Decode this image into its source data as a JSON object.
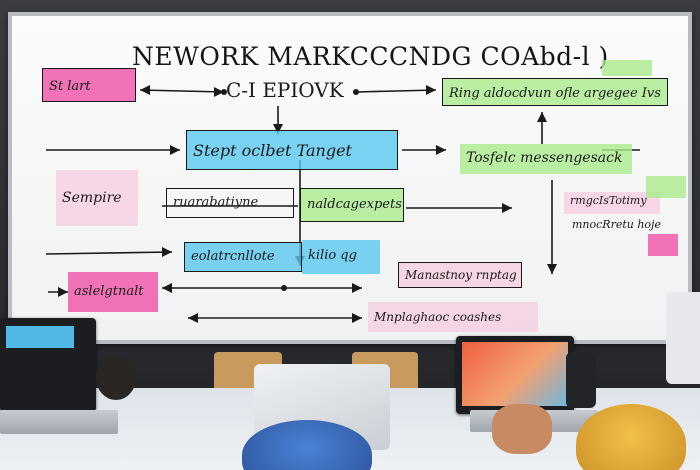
{
  "board": {
    "title": "NEWORK MARKCCCNDG COAbd-l )",
    "nodes": {
      "start": "St lart",
      "center": "C-I EPIOVK",
      "top_right": "Ring aldocdvun ofle argegee Ivs",
      "target": "Stept oclbet Tanget",
      "tools": "Tosfelc messengesack",
      "sempire": "Sempire",
      "middle_left": "ruarabatiyne",
      "middle_green": "naldcagexpets",
      "right_small_1": "rmgcIsTotimy",
      "right_small_2": "mnocRretu hoje",
      "lower_blue": "eolatrcnllote",
      "lower_blue_2": "kilio qg",
      "pink_left": "aslelgtnalt",
      "mid_low": "Manastnoy rnptag",
      "bottom": "Mnplaghaoc coashes"
    }
  },
  "colors": {
    "pink": "#f05aaa",
    "blue": "#5ac8f0",
    "green": "#aaeb8c",
    "board": "#f8f8f8",
    "ink": "#1a1a1a"
  }
}
